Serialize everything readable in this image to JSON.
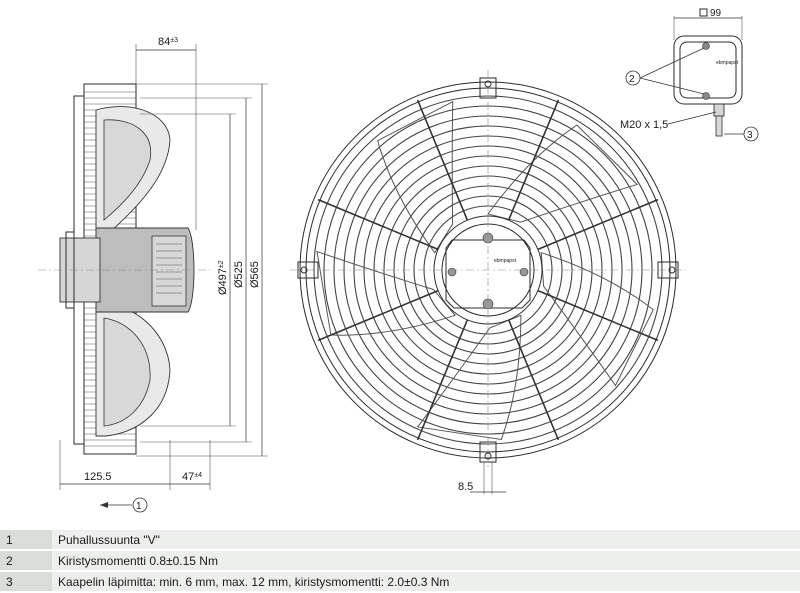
{
  "dimensions": {
    "top_depth_value": "84",
    "top_depth_tol": "±3",
    "width_box": "99",
    "dia_497_value": "Ø497",
    "dia_497_tol": "±2",
    "dia_525": "Ø525",
    "dia_565": "Ø565",
    "len_125": "125.5",
    "len_47_value": "47",
    "len_47_tol": "±4",
    "hole_8_5": "8.5",
    "thread": "M20 x 1,5"
  },
  "callouts": {
    "c1": "1",
    "c2": "2",
    "c3": "3"
  },
  "brand": "ebmpapst",
  "legend": [
    {
      "num": "1",
      "text": "Puhallussuunta \"V\""
    },
    {
      "num": "2",
      "text": "Kiristysmomentti 0.8±0.15 Nm"
    },
    {
      "num": "3",
      "text": "Kaapelin läpimitta: min. 6 mm, max. 12 mm, kiristysmomentti: 2.0±0.3 Nm"
    }
  ],
  "colors": {
    "legend_num_bg": "#d9ddd8",
    "legend_text_bg": "#edefec"
  }
}
